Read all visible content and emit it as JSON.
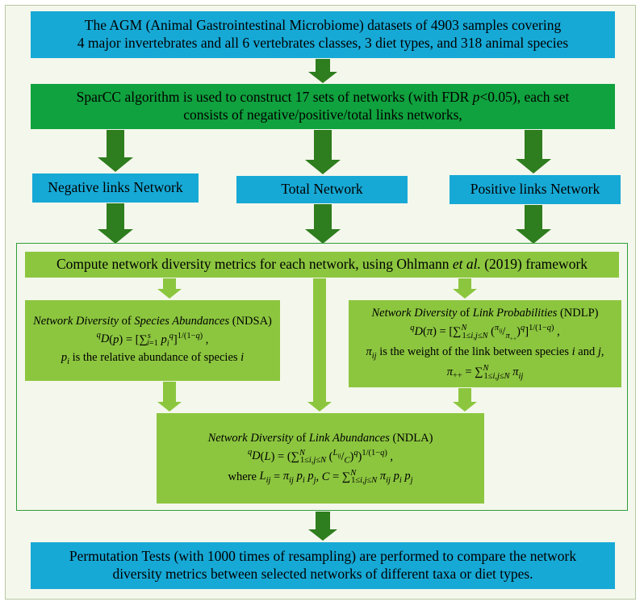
{
  "top_box": {
    "line1": "The AGM (Animal Gastrointestinal Microbiome) datasets of 4903 samples covering",
    "line2": "4 major invertebrates  and all 6 vertebrates classes, 3 diet types, and 318 animal species"
  },
  "sparcc_box": {
    "line1_a": "SparCC algorithm is used to construct 17 sets of networks (with FDR ",
    "line1_p": "p",
    "line1_b": "<0.05), each set",
    "line2": "consists of negative/positive/total  links networks,"
  },
  "networks": {
    "negative": "Negative links Network",
    "total": "Total  Network",
    "positive": "Positive links Network"
  },
  "compute_box": {
    "text_a": "Compute network diversity metrics for each network, using Ohlmann ",
    "text_etal": "et al.",
    "text_b": " (2019) framework"
  },
  "ndsa": {
    "title_a": "Network Diversity",
    "title_b": " of ",
    "title_c": "Species Abundances",
    "title_d": " (NDSA)",
    "formula": "qD(p) = [∑ᵢ₌₁ˢ pᵢq]1/(1−q) ,",
    "desc_a": "pᵢ",
    "desc_b": " is the relative abundance of species ",
    "desc_c": "i"
  },
  "ndlp": {
    "title_a": "Network Diversity",
    "title_b": " of ",
    "title_c": "Link Probabilities",
    "title_d": " (NDLP)",
    "formula": "qD(π) = [∑1≤i,j≤N (πij/π++)q]1/(1−q) ,",
    "desc1": "πij is the weight of the link between species i and j,",
    "desc2": "π++ = ∑1≤i,j≤N πij"
  },
  "ndla": {
    "title_a": "Network Diversity",
    "title_b": " of ",
    "title_c": "Link Abundances",
    "title_d": " (NDLA)",
    "formula": "qD(L) = (∑1≤i,j≤N (Lij/C)q)1/(1−q) ,",
    "where": "where Lij = πij pi pj, C = ∑1≤i,j≤N πij pi pj"
  },
  "bottom_box": {
    "line1": "Permutation Tests (with 1000 times of resampling) are performed to compare the network",
    "line2": "diversity metrics between selected networks of different taxa or diet types."
  },
  "colors": {
    "blue": "#17a9d6",
    "green": "#10a23e",
    "light_green": "#8cc63f",
    "dark_arrow": "#2e7d1e",
    "light_arrow": "#8cc63f"
  }
}
